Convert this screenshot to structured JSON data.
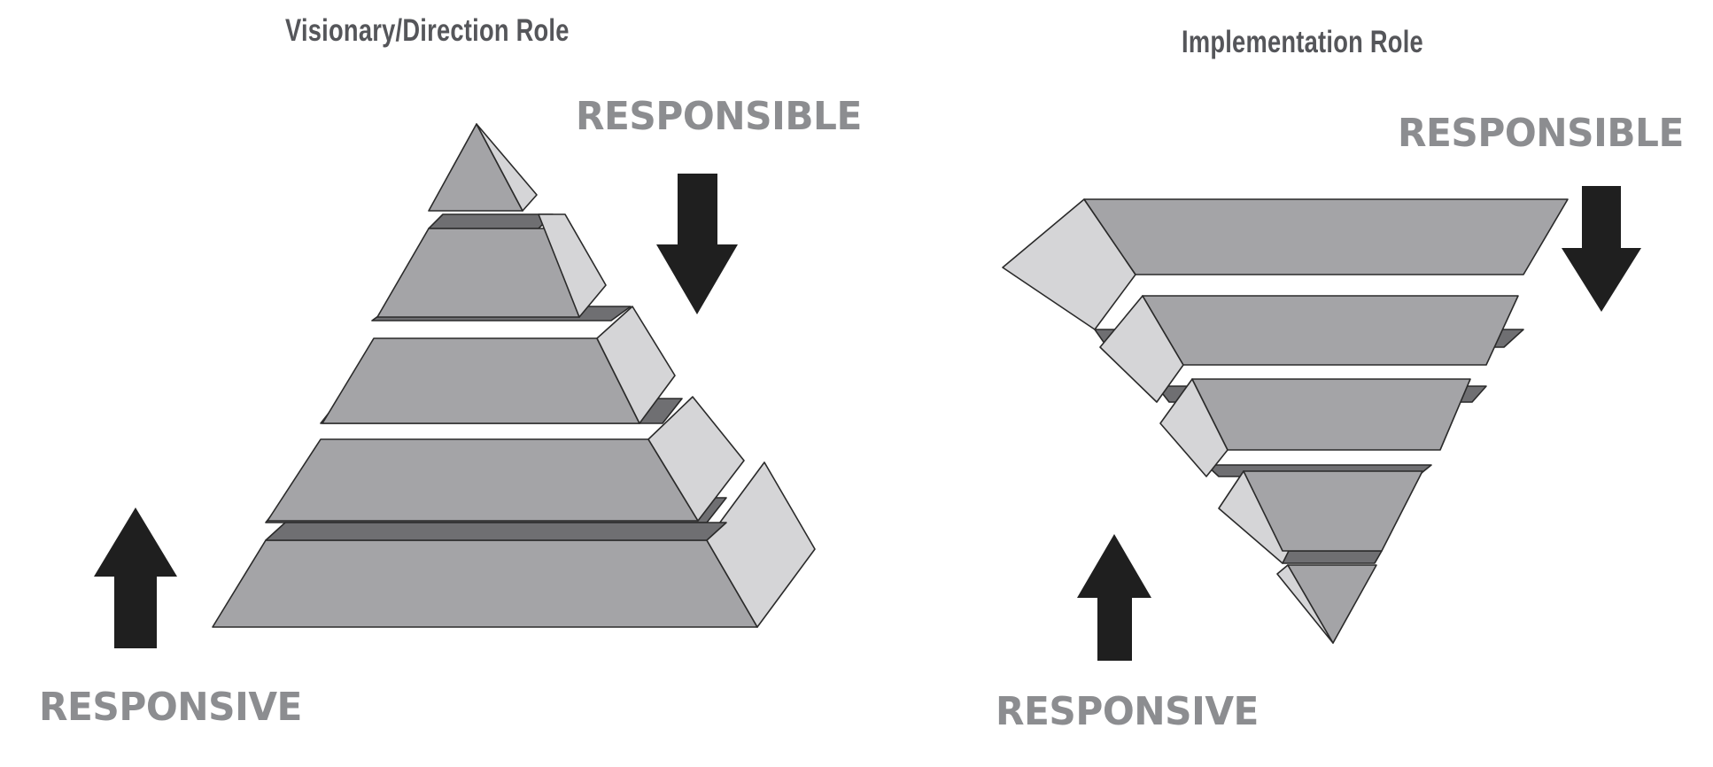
{
  "left_diagram": {
    "title": "Visionary/Direction Role",
    "top_label": "RESPONSIBLE",
    "bottom_label": "RESPONSIVE",
    "shape": "pyramid",
    "tiers": 5
  },
  "right_diagram": {
    "title": "Implementation Role",
    "top_label": "RESPONSIBLE",
    "bottom_label": "RESPONSIVE",
    "shape": "inverted-pyramid",
    "tiers": 5
  },
  "colors": {
    "front_face": "#a4a4a7",
    "side_face": "#d5d5d7",
    "top_face": "#6f6f72",
    "arrow": "#1f1f1f",
    "label_gray": "#8c8d90",
    "title_gray": "#55565a"
  }
}
